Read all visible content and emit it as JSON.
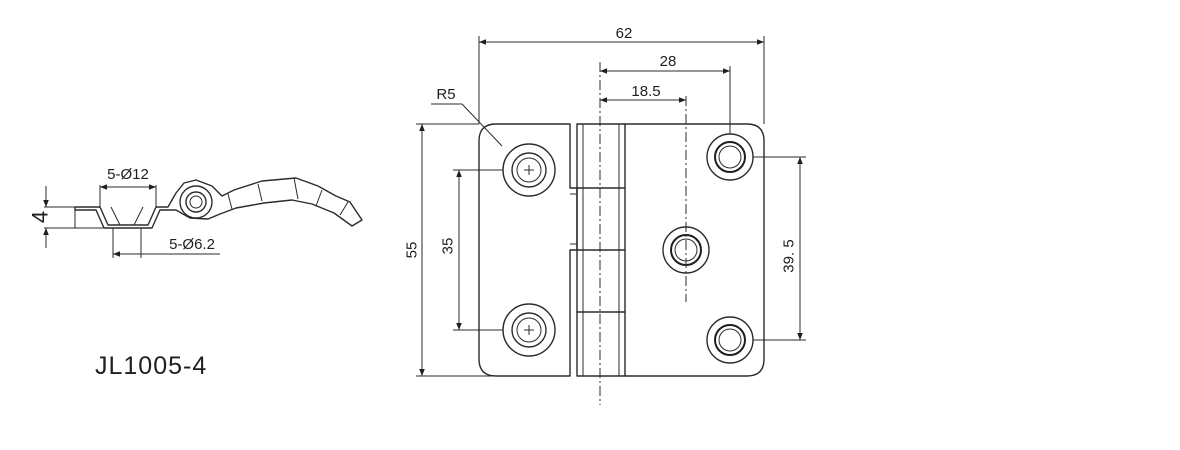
{
  "model": "JL1005-4",
  "side_view": {
    "thickness": "4",
    "countersink_major": "5-Ø12",
    "countersink_minor": "5-Ø6.2"
  },
  "front_view": {
    "overall_width": "62",
    "hole_offset_right": "28",
    "center_hole_offset": "18.5",
    "corner_radius": "R5",
    "overall_height": "55",
    "left_hole_pitch": "35",
    "right_hole_pitch": "39. 5"
  }
}
